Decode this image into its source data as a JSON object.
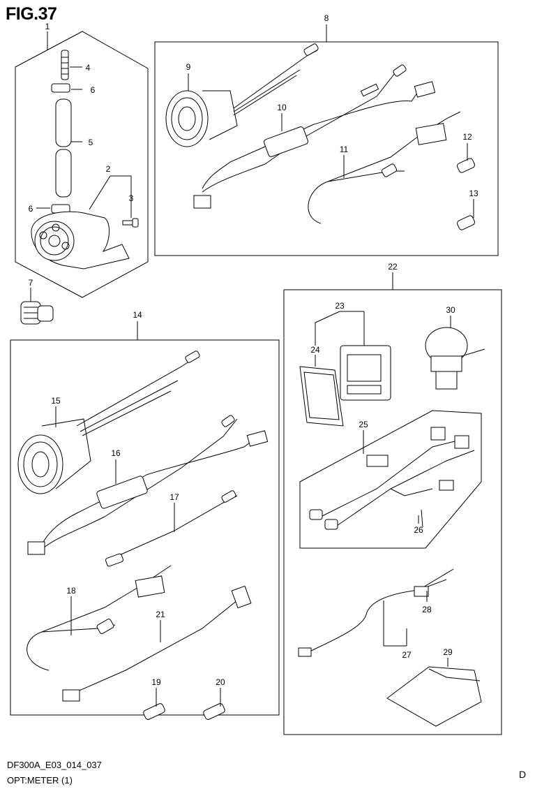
{
  "figure_title": "FIG.37",
  "footer": {
    "code": "DF300A_E03_014_037",
    "name": "OPT:METER (1)",
    "letter": "D"
  },
  "callouts": [
    "1",
    "2",
    "3",
    "4",
    "5",
    "6",
    "6",
    "7",
    "8",
    "9",
    "10",
    "11",
    "12",
    "13",
    "14",
    "15",
    "16",
    "17",
    "18",
    "19",
    "20",
    "21",
    "22",
    "23",
    "24",
    "25",
    "26",
    "27",
    "28",
    "29",
    "30"
  ]
}
